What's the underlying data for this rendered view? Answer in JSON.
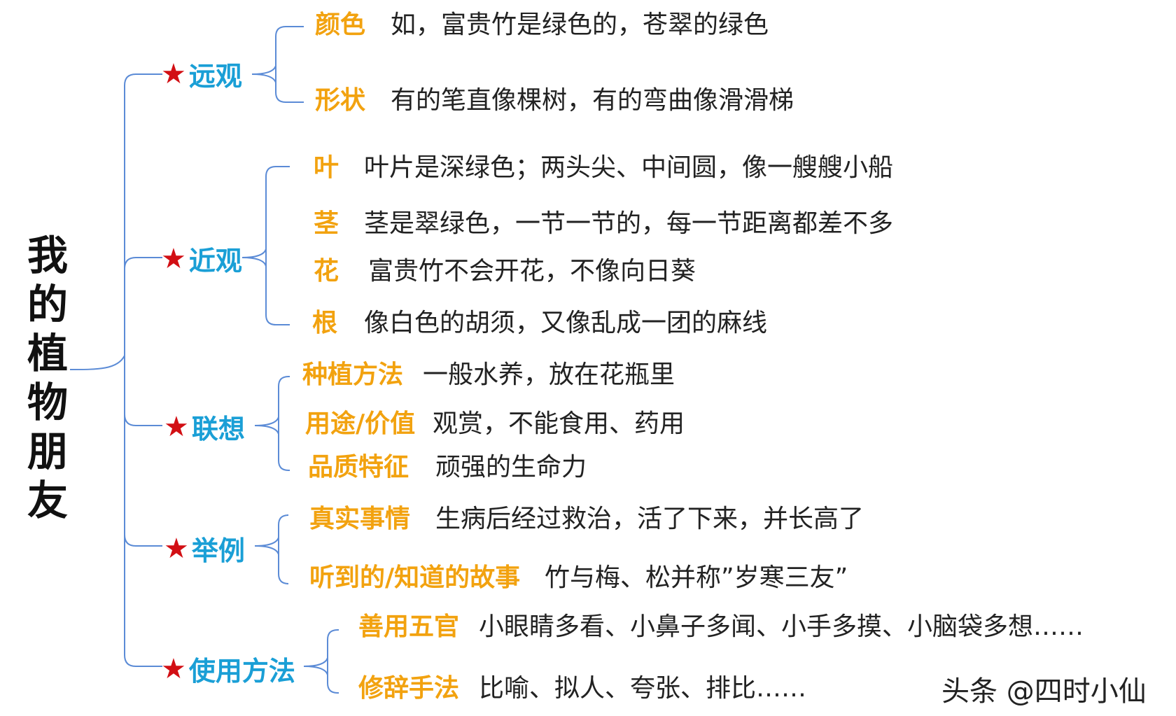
{
  "root": {
    "title": "我\n的\n植\n物\n朋\n友"
  },
  "branches": [
    {
      "star": "★",
      "label": "远观",
      "items": [
        {
          "key": "颜色",
          "desc": "如，富贵竹是绿色的，苍翠的绿色"
        },
        {
          "key": "形状",
          "desc": "有的笔直像棵树，有的弯曲像滑滑梯"
        }
      ]
    },
    {
      "star": "★",
      "label": "近观",
      "items": [
        {
          "key": "叶",
          "desc": "叶片是深绿色；两头尖、中间圆，像一艘艘小船"
        },
        {
          "key": "茎",
          "desc": "茎是翠绿色，一节一节的，每一节距离都差不多"
        },
        {
          "key": "花",
          "desc": "富贵竹不会开花，不像向日葵"
        },
        {
          "key": "根",
          "desc": "像白色的胡须，又像乱成一团的麻线"
        }
      ]
    },
    {
      "star": "★",
      "label": "联想",
      "items": [
        {
          "key": "种植方法",
          "desc": "一般水养，放在花瓶里"
        },
        {
          "key": "用途/价值",
          "desc": "观赏，不能食用、药用"
        },
        {
          "key": "品质特征",
          "desc": "顽强的生命力"
        }
      ]
    },
    {
      "star": "★",
      "label": "举例",
      "items": [
        {
          "key": "真实事情",
          "desc": "生病后经过救治，活了下来，并长高了"
        },
        {
          "key": "听到的/知道的故事",
          "desc": "竹与梅、松并称”岁寒三友”"
        }
      ]
    },
    {
      "star": "★",
      "label": "使用方法",
      "items": [
        {
          "key": "善用五官",
          "desc": "小眼睛多看、小鼻子多闻、小手多摸、小脑袋多想……"
        },
        {
          "key": "修辞手法",
          "desc": "比喻、拟人、夸张、排比……"
        }
      ]
    }
  ],
  "watermark": "头条 @四时小仙",
  "colors": {
    "connector": "#5b8bd6",
    "star": "#d20f14",
    "branch_label": "#1a9fd6",
    "leaf_key": "#f2a20f",
    "leaf_desc": "#222222",
    "root_title": "#111111"
  }
}
